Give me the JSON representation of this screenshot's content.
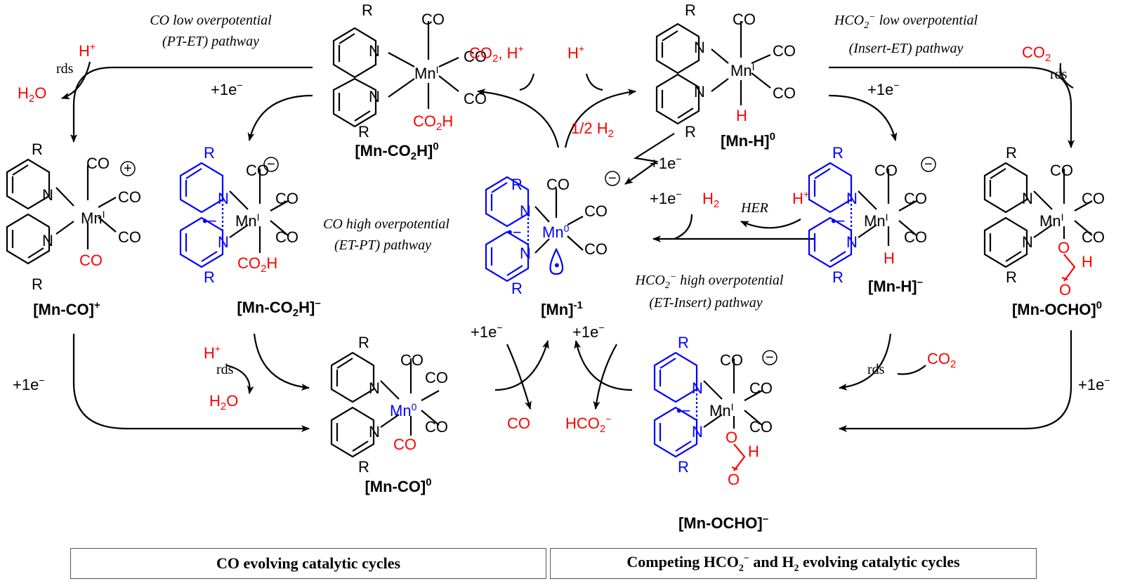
{
  "colors": {
    "ink": "#000000",
    "red": "#ff0000",
    "blue": "#0000ff"
  },
  "complexes": {
    "mn_co_plus": {
      "base": "[Mn-CO]",
      "sup": "+"
    },
    "mn_co2h_minus": {
      "base": "[Mn-CO",
      "sub": "2",
      "tail": "H]",
      "sup": "–"
    },
    "mn_co2h_zero": {
      "base": "[Mn-CO",
      "sub": "2",
      "tail": "H]",
      "sup": "0"
    },
    "mn_minus1": {
      "base": "[Mn]",
      "sup": "-1"
    },
    "mn_h_zero": {
      "base": "[Mn-H]",
      "sup": "0"
    },
    "mn_h_minus": {
      "base": "[Mn-H]",
      "sup": "–"
    },
    "mn_ocho_zero": {
      "base": "[Mn-OCHO]",
      "sup": "0"
    },
    "mn_co_zero": {
      "base": "[Mn-CO]",
      "sup": "0"
    },
    "mn_ocho_minus": {
      "base": "[Mn-OCHO]",
      "sup": "–"
    }
  },
  "pathways": {
    "co_low": {
      "line1": "CO low overpotential",
      "line2": "(PT-ET) pathway"
    },
    "hco2_low": {
      "line1_pre": "HCO",
      "line1_sub": "2",
      "line1_sup": "−",
      "line1_post": " low overpotential",
      "line2": "(Insert-ET) pathway"
    },
    "co_high": {
      "line1": "CO high overpotential",
      "line2": "(ET-PT) pathway"
    },
    "hco2_high": {
      "line1_pre": "HCO",
      "line1_sub": "2",
      "line1_sup": "−",
      "line1_post": " high overpotential",
      "line2": "(ET-Insert) pathway"
    },
    "her": "HER"
  },
  "reagents": {
    "h_plus": "H",
    "plus_sup": "+",
    "h2o": "H",
    "h2o_sub": "2",
    "h2o_tail": "O",
    "rds": "rds",
    "electron": "+1e",
    "electron_sup": "−",
    "co2": "CO",
    "co2_sub": "2",
    "co2_h": "CO",
    "co2_h_sub": "2",
    "co2_h_tail": ", H",
    "half_h2": "1/2 H",
    "half_h2_sub": "2",
    "h2": "H",
    "h2_sub": "2",
    "co": "CO",
    "hco2": "HCO",
    "hco2_sub": "2",
    "hco2_sup": "−"
  },
  "atoms": {
    "mn": "Mn",
    "n": "N",
    "r": "R",
    "co": "CO",
    "h": "H",
    "o": "O",
    "co2h": "CO",
    "co2h_sub": "2",
    "co2h_tail": "H",
    "ox_i": "I",
    "ox_0": "0",
    "radical": "•−",
    "charge_minus": "−",
    "charge_plus": "+"
  },
  "captions": {
    "left": "CO evolving catalytic cycles",
    "right_pre": "Competing HCO",
    "right_sub1": "2",
    "right_sup": "−",
    "right_mid": " and H",
    "right_sub2": "2",
    "right_post": " evolving catalytic cycles"
  }
}
